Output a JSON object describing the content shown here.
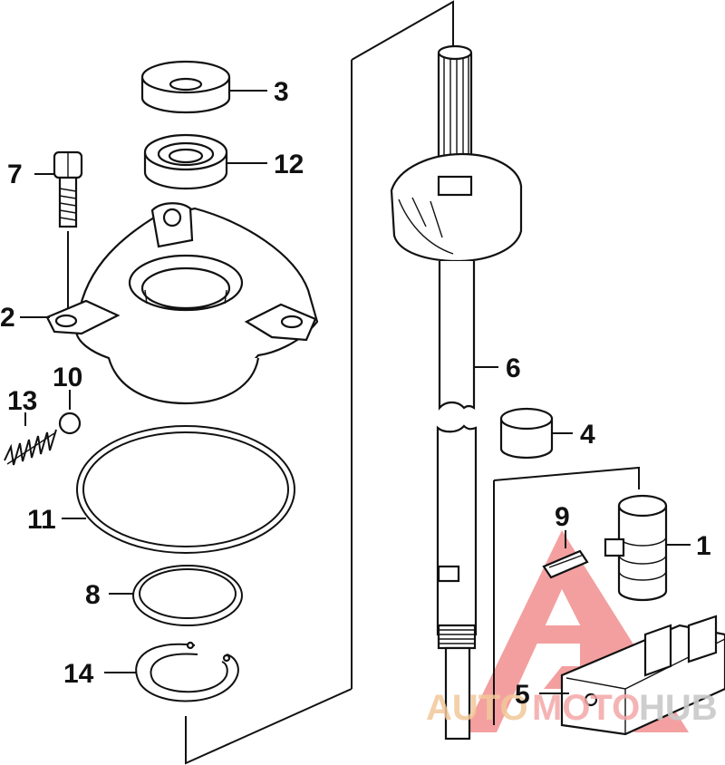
{
  "callouts": {
    "c1": "1",
    "c2": "2",
    "c3": "3",
    "c4": "4",
    "c5": "5",
    "c6": "6",
    "c7": "7",
    "c8": "8",
    "c9": "9",
    "c10": "10",
    "c11": "11",
    "c12": "12",
    "c13": "13",
    "c14": "14"
  },
  "watermark": {
    "part1": "AUTO",
    "part2": "MOTO",
    "part3": "HUB",
    "colors": {
      "auto": "#f2c89a",
      "moto": "#f4a7a7",
      "hub": "#c9c9c9",
      "triangle": "#f08080"
    }
  }
}
